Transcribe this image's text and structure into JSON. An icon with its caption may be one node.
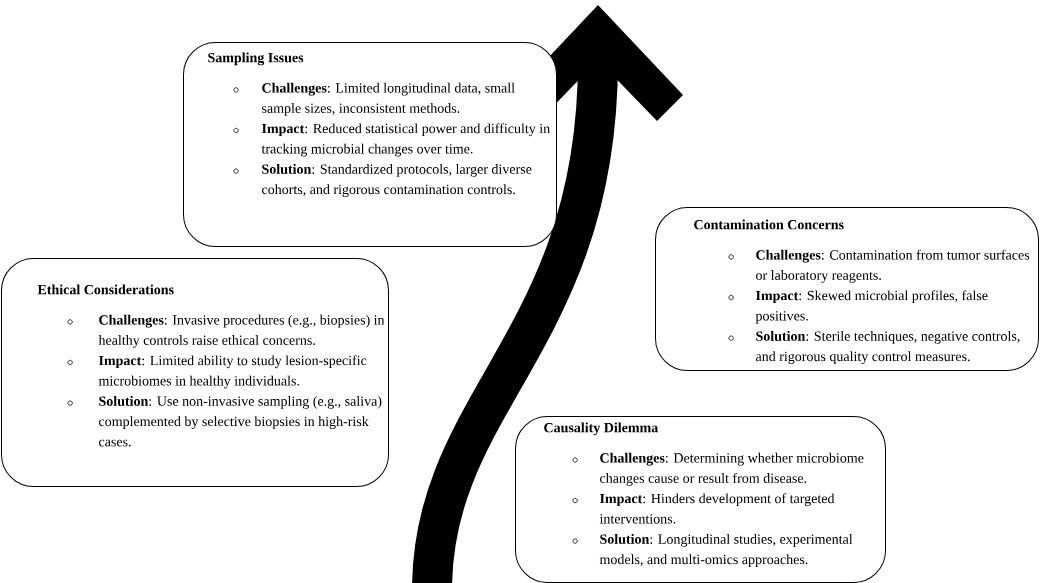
{
  "diagram": {
    "nodes": [
      {
        "text": [
          "Sampling Issues",
          "**Challenges**: Limited longitudinal data, small sample sizes, inconsistent methods.",
          "**Impact**: Reduced statistical power and difficulty in tracking microbial changes over time.",
          "**Solution**: Standardized protocols, larger diverse cohorts, and rigorous contamination controls."
        ]
      },
      {
        "text": [
          "Contamination Concerns",
          "**Challenges**: Contamination from tumor surfaces or laboratory reagents.",
          "**Impact**: Skewed microbial profiles, false positives.",
          "**Solution**: Sterile techniques, negative controls, and rigorous quality control measures."
        ]
      },
      {
        "text": [
          "Ethical Considerations",
          "**Challenges**: Invasive procedures (e.g., biopsies) in healthy controls raise ethical concerns.",
          "**Impact**: Limited ability to study lesion-specific microbiomes in healthy individuals.",
          "**Solution**: Use non-invasive sampling (e.g., saliva) complemented by selective biopsies in high-risk cases."
        ]
      },
      {
        "text": [
          "Causality Dilemma",
          "**Challenges**: Determining whether microbiome changes cause or result from disease.",
          "**Impact**: Hinders development of targeted interventions.",
          "**Solution**: Longitudinal studies, experimental models, and multi-omics approaches."
        ]
      }
    ]
  }
}
